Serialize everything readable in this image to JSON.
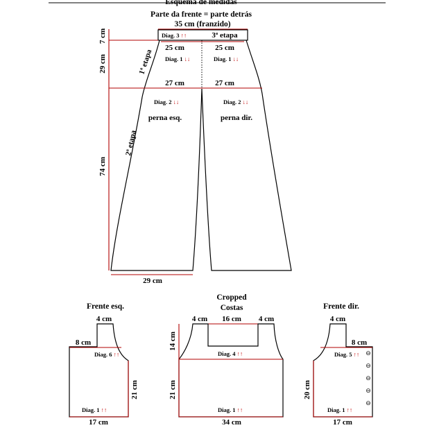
{
  "pants": {
    "header": "Esquema de medidas",
    "subtitle": "Parte da frente = parte detrás",
    "waist_width": "35 cm (franzido)",
    "diag3": "Diag. 3",
    "diag3_arrows": "↑↑",
    "stage3": "3ª etapa",
    "waistband_height": "7 cm",
    "top_left": "25 cm",
    "top_right": "25 cm",
    "diag1_left": "Diag. 1",
    "diag1_right": "Diag. 1",
    "down_arrows": "↓↓",
    "stage1": "1ª etapa",
    "hip_height": "29 cm",
    "hip_left": "27 cm",
    "hip_right": "27 cm",
    "diag2_left": "Diag. 2",
    "diag2_right": "Diag. 2",
    "leg_left": "perna esq.",
    "leg_right": "perna dir.",
    "stage2": "2ª etapa",
    "leg_height": "74 cm",
    "hem_width": "29 cm"
  },
  "front_left": {
    "title": "Frente esq.",
    "strap": "4 cm",
    "neck": "8 cm",
    "diag6": "Diag. 6",
    "height": "21 cm",
    "diag1": "Diag. 1",
    "width": "17 cm",
    "up_arrows": "↑↑"
  },
  "back": {
    "title_line1": "Cropped",
    "title_line2": "Costas",
    "strap_left": "4 cm",
    "neck": "16 cm",
    "strap_right": "4 cm",
    "armhole_height": "14 cm",
    "diag4": "Diag. 4",
    "body_height": "21 cm",
    "diag1": "Diag. 1",
    "width": "34 cm",
    "up_arrows": "↑↑"
  },
  "front_right": {
    "title": "Frente dir.",
    "strap": "4 cm",
    "neck": "8 cm",
    "diag5": "Diag. 5",
    "height": "20 cm",
    "diag1": "Diag. 1",
    "width": "17 cm",
    "up_arrows": "↑↑",
    "buttonhole_symbol": "⊖"
  }
}
